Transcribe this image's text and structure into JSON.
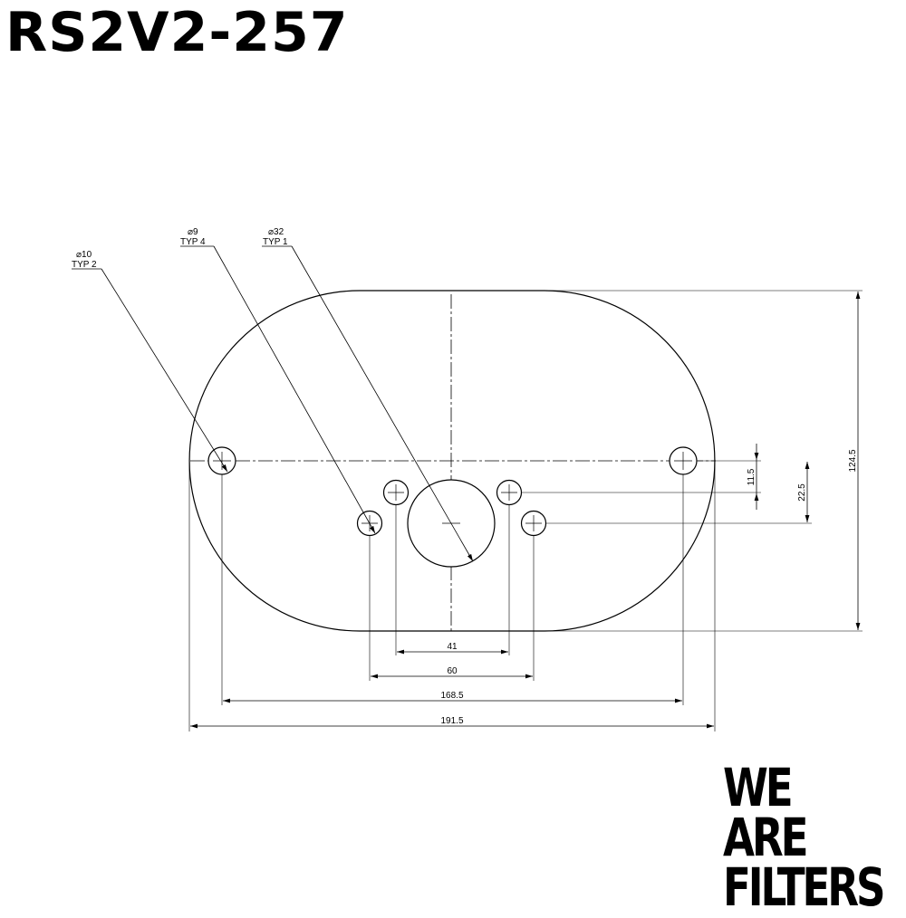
{
  "title": "RS2V2-257",
  "logo": {
    "line1": "WE",
    "line2": "ARE",
    "line3": "FILTERS"
  },
  "callouts": {
    "hole_10": {
      "diameter": "⌀10",
      "qty": "TYP 2"
    },
    "hole_9": {
      "diameter": "⌀9",
      "qty": "TYP 4"
    },
    "hole_32": {
      "diameter": "⌀32",
      "qty": "TYP 1"
    }
  },
  "dimensions": {
    "d41": "41",
    "d60": "60",
    "d168_5": "168.5",
    "d191_5": "191.5",
    "d11_5": "11.5",
    "d22_5": "22.5",
    "d124_5": "124.5"
  }
}
